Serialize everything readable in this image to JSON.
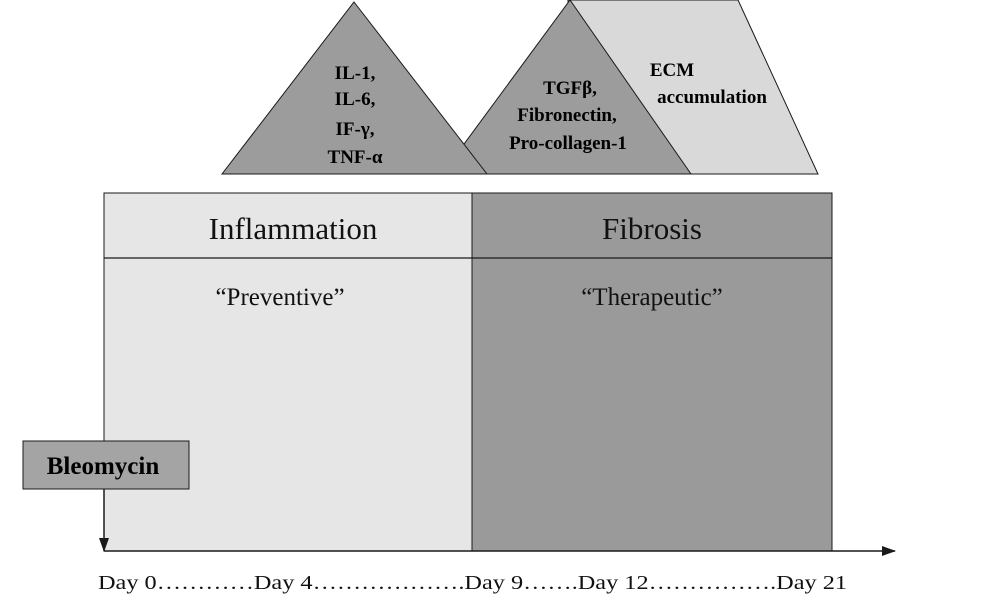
{
  "cytokines": [
    "IL-1,",
    "IL-6,",
    "IF-γ,",
    "TNF-α"
  ],
  "growth_factors": [
    "TGFβ,",
    "Fibronectin,",
    "Pro-collagen-1"
  ],
  "ecm": [
    "ECM",
    "accumulation"
  ],
  "phases": {
    "inflammation": {
      "title": "Inflammation",
      "subtitle": "“Preventive”"
    },
    "fibrosis": {
      "title": "Fibrosis",
      "subtitle": "“Therapeutic”"
    }
  },
  "trigger": "Bleomycin",
  "timeline": "Day 0…………Day 4……………….Day 9…….Day 12…………….Day 21",
  "colors": {
    "light_fill": "#e6e6e6",
    "dark_fill": "#9a9a9a",
    "triangle_fill": "#9c9c9c",
    "trapezoid_fill": "#d9d9d9",
    "stroke": "#1a1a1a",
    "bleomycin_fill": "#a4a4a4"
  }
}
